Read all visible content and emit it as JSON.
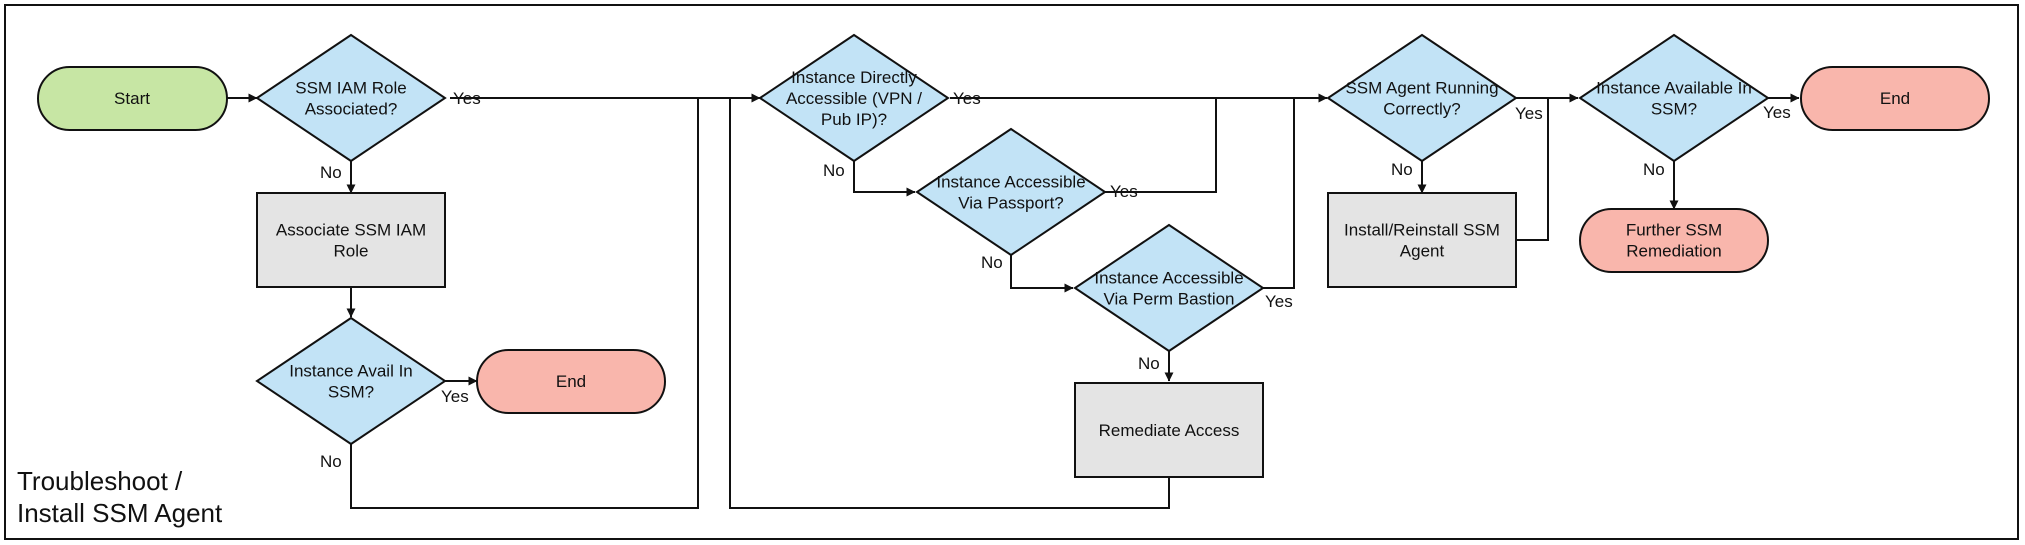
{
  "title": [
    "Troubleshoot /",
    "Install SSM Agent"
  ],
  "colors": {
    "start_fill": "#c7e6a4",
    "decision_fill": "#c2e3f6",
    "process_fill": "#e4e4e4",
    "end_fill": "#f9b6ac",
    "stroke": "#111111"
  },
  "nodes": {
    "start": [
      "Start"
    ],
    "iam_role": [
      "SSM IAM Role",
      "Associated?"
    ],
    "associate_role": [
      "Associate SSM IAM",
      "Role"
    ],
    "avail_ssm_1": [
      "Instance Avail In",
      "SSM?"
    ],
    "end_1": [
      "End"
    ],
    "direct_access": [
      "Instance Directly",
      "Accessible (VPN /",
      "Pub IP)?"
    ],
    "passport": [
      "Instance Accessible",
      "Via Passport?"
    ],
    "perm_bastion": [
      "Instance Accessible",
      "Via Perm Bastion"
    ],
    "remediate": [
      "Remediate Access"
    ],
    "agent_running": [
      "SSM Agent Running",
      "Correctly?"
    ],
    "install_agent": [
      "Install/Reinstall SSM",
      "Agent"
    ],
    "avail_ssm_2": [
      "Instance Available In",
      "SSM?"
    ],
    "end_2": [
      "End"
    ],
    "further": [
      "Further SSM",
      "Remediation"
    ]
  },
  "edge_labels": {
    "yes": "Yes",
    "no": "No"
  }
}
